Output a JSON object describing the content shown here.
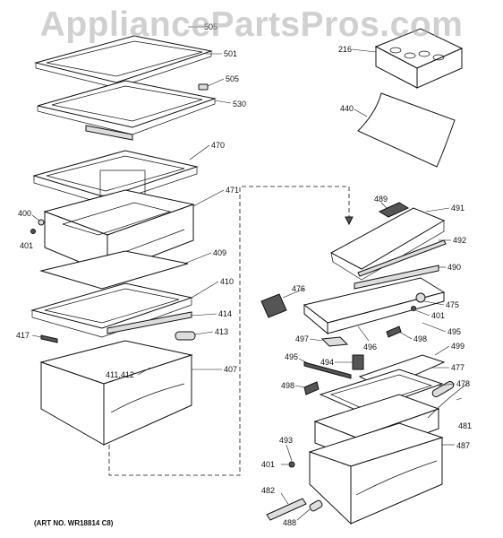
{
  "watermark": "AppliancePartsPros.com",
  "art_number": "(ART NO. WR18814 C8)",
  "callouts": {
    "c505a": "505",
    "c501": "501",
    "c505b": "505",
    "c530": "530",
    "c470": "470",
    "c471": "471",
    "c400": "400",
    "c401a": "401",
    "c409": "409",
    "c410": "410",
    "c414": "414",
    "c417": "417",
    "c413": "413",
    "c411": "411,412",
    "c407": "407",
    "c216": "216",
    "c440": "440",
    "c489": "489",
    "c491": "491",
    "c492": "492",
    "c490": "490",
    "c476": "476",
    "c475": "475",
    "c401b": "401",
    "c495a": "495",
    "c497": "497",
    "c496": "496",
    "c498a": "498",
    "c499": "499",
    "c495b": "495",
    "c494": "494",
    "c477": "477",
    "c498b": "498",
    "c478": "478",
    "c481": "481",
    "c493": "493",
    "c487": "487",
    "c401c": "401",
    "c482": "482",
    "c488": "488"
  }
}
